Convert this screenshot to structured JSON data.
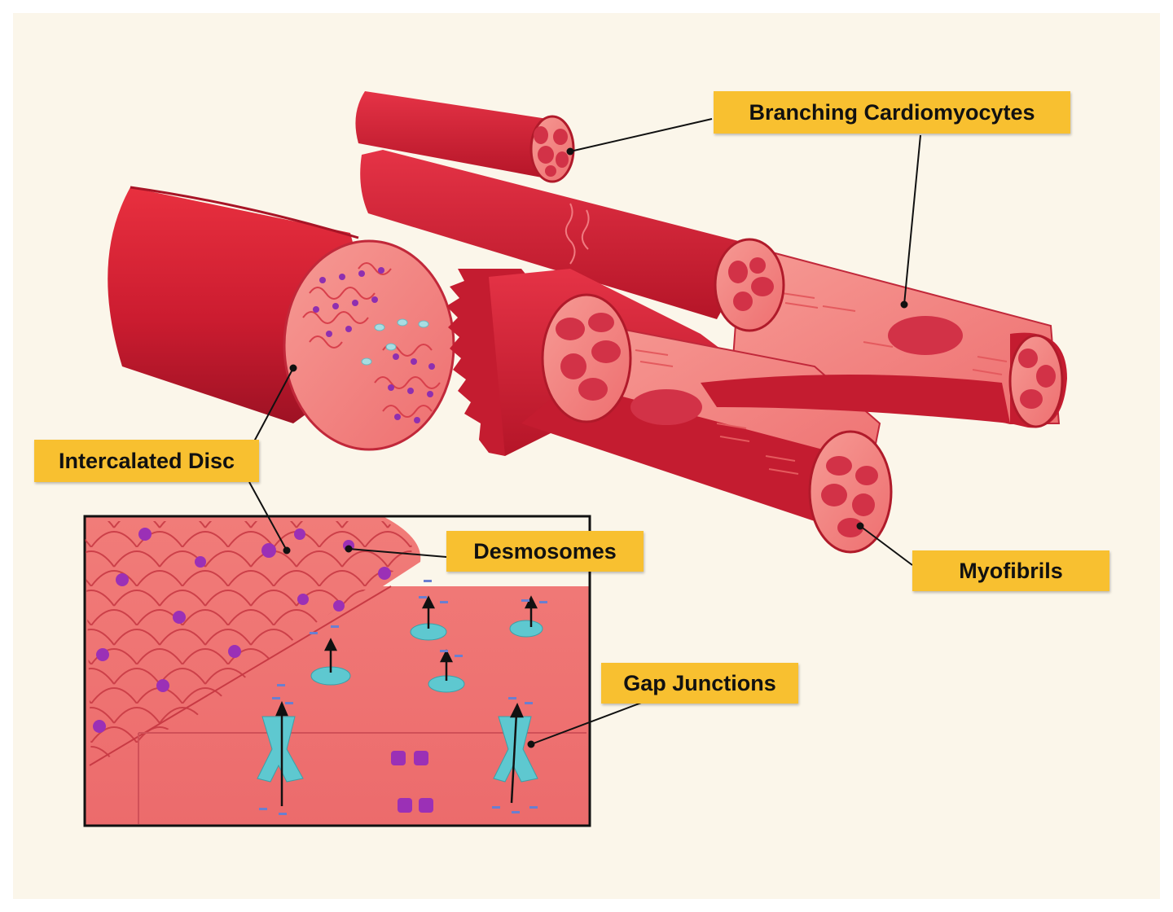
{
  "labels": {
    "branching": "Branching Cardiomyocytes",
    "intercalated": "Intercalated Disc",
    "desmosomes": "Desmosomes",
    "myofibrils": "Myofibrils",
    "gap": "Gap Junctions"
  },
  "colors": {
    "background": "#fbf6ea",
    "muscle_dark": "#c0182c",
    "muscle_mid": "#dc2a40",
    "cut_face": "#f07a78",
    "myofibril": "#d23247",
    "desmosome": "#9b30b6",
    "gap_junction": "#5ec8d0",
    "label_fill": "#f8c030"
  }
}
